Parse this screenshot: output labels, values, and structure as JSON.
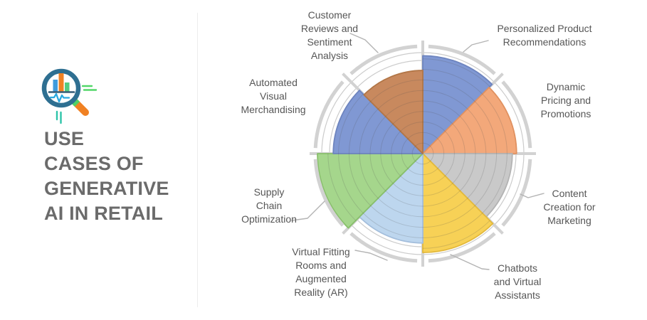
{
  "page": {
    "background": "#ffffff",
    "divider_color": "#ededed"
  },
  "left_panel": {
    "title": [
      "USE",
      "CASES OF",
      "GENERATIVE",
      "AI IN RETAIL"
    ],
    "title_color": "#6b6b6b",
    "icon": {
      "name": "magnifier-bar-chart-icon",
      "lens_ring": "#2E6F91",
      "bar_blue": "#3E9BDD",
      "bar_orange": "#F08123",
      "bar_green": "#54CC81",
      "pulse_line": "#2AA9E0",
      "handle": "#F08123",
      "handle_band": "#4FD066",
      "accent_green": "#52D769",
      "accent_teal": "#2EC4A9"
    }
  },
  "chart_data": {
    "type": "polar-rose",
    "value_axis": [
      0,
      10
    ],
    "grid": "concentric-circles",
    "legend_position": "none",
    "ring_color": "#d2d2d2",
    "grid_circle_color": "#cccccc",
    "leader_line_color": "#b3b3b3",
    "label_color": "#565656",
    "segments": [
      {
        "label": "Personalized Product Recommendations",
        "lines": [
          "Personalized Product",
          "Recommendations"
        ],
        "value": 9.3,
        "fill": "#8098D3",
        "stroke": "#6D84BF"
      },
      {
        "label": "Dynamic Pricing and Promotions",
        "lines": [
          "Dynamic",
          "Pricing and",
          "Promotions"
        ],
        "value": 8.9,
        "fill": "#F3A87A",
        "stroke": "#E09160"
      },
      {
        "label": "Content Creation for Marketing",
        "lines": [
          "Content",
          "Creation for",
          "Marketing"
        ],
        "value": 8.5,
        "fill": "#C9C9C9",
        "stroke": "#B3B3B3"
      },
      {
        "label": "Chatbots and Virtual Assistants",
        "lines": [
          "Chatbots",
          "and Virtual",
          "Assistants"
        ],
        "value": 9.4,
        "fill": "#F7D156",
        "stroke": "#E3B93C"
      },
      {
        "label": "Virtual Fitting Rooms and Augmented Reality (AR)",
        "lines": [
          "Virtual Fitting",
          "Rooms and",
          "Augmented",
          "Reality (AR)"
        ],
        "value": 8.5,
        "fill": "#BDD6EE",
        "stroke": "#A3BEDC"
      },
      {
        "label": "Supply Chain Optimization",
        "lines": [
          "Supply",
          "Chain",
          "Optimization"
        ],
        "value": 10,
        "fill": "#A5D68C",
        "stroke": "#88BF6B"
      },
      {
        "label": "Automated Visual Merchandising",
        "lines": [
          "Automated",
          "Visual",
          "Merchandising"
        ],
        "value": 8.5,
        "fill": "#8098D3",
        "stroke": "#6D84BF"
      },
      {
        "label": "Customer Reviews and Sentiment Analysis",
        "lines": [
          "Customer",
          "Reviews and",
          "Sentiment",
          "Analysis"
        ],
        "value": 7.9,
        "fill": "#C8895E",
        "stroke": "#B27647"
      }
    ]
  }
}
